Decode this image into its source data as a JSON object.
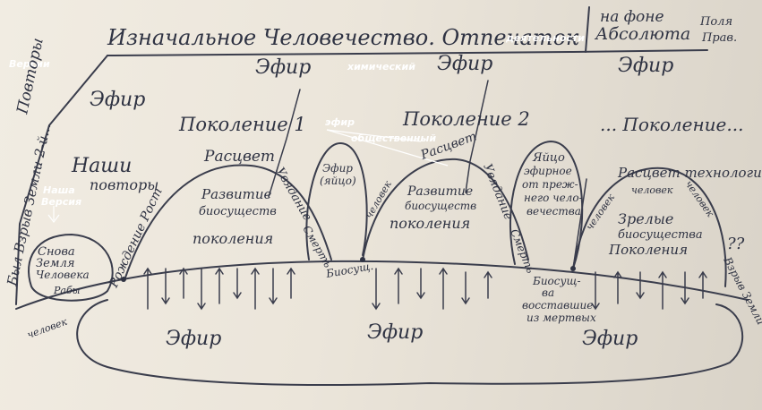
{
  "title_text": "Изначальное Человечество. Отпечаток",
  "title_right_1": "на фоне",
  "title_right_2": "Абсолюта",
  "field_label_1": "Поля",
  "field_label_2": "Прав.",
  "activity_overlay": "деятельности",
  "versions_overlay": "Версии",
  "repeats_label": "Повторы",
  "earth_explosion_label": "Был Взрыв Земли 2-й...",
  "ether_left": "Эфир",
  "ether_top_1": "Эфир",
  "ether_top_2": "Эфир",
  "ether_top_3": "Эфир",
  "chemical_overlay": "химический",
  "generation_1": "Поколение 1",
  "generation_2": "Поколение 2",
  "generation_etc": "... Поколение...",
  "ether_small_overlay": "эфир",
  "social_overlay": "общественный",
  "our_repeats_1": "Наши",
  "our_repeats_2": "повторы",
  "our_version_1": "Наша",
  "our_version_2": "Версия",
  "sunrise_1": "Расцвет",
  "development_1a": "Развитие",
  "development_1b": "биосуществ",
  "generations_1": "поколения",
  "withering_1": "Увядание",
  "death_1": "Смерть",
  "egg_label_1": "Эфир",
  "egg_label_2": "(яйцо)",
  "human_label_1": "человек",
  "sunrise_2": "Расцвет",
  "development_2a": "Развитие",
  "development_2b": "биосуществ",
  "generations_2": "поколения",
  "withering_2": "Увядание",
  "death_2": "Смерть",
  "biosystem_label": "Биосущ.",
  "ether_egg_2a": "Яйцо",
  "ether_egg_2b": "эфирное",
  "ether_egg_2c": "от преж-",
  "ether_egg_2d": "него чело-",
  "ether_egg_2e": "вечества",
  "sunrise_tech": "Расцвет технологий",
  "human_label_2": "человек",
  "human_label_3": "человек",
  "human_label_4": "человек",
  "mature_1": "Зрелые",
  "mature_2": "биосущества",
  "generations_3": "Поколения",
  "question_marks": "??",
  "explosion_earth_right": "Взрыв Земли",
  "again_earth_1": "Снова",
  "again_earth_2": "Земля",
  "again_earth_3": "Человека",
  "birth_of_growth": "Рождение Рост",
  "small_text_left": "Рабы",
  "human_bottom": "человек",
  "biosystem_restore_1": "Биосущ-",
  "biosystem_restore_2": "ва",
  "biosystem_restore_3": "восставшие",
  "biosystem_restore_4": "из мертвых",
  "ether_bottom_1": "Эфир",
  "ether_bottom_2": "Эфир",
  "ether_bottom_3": "Эфир"
}
